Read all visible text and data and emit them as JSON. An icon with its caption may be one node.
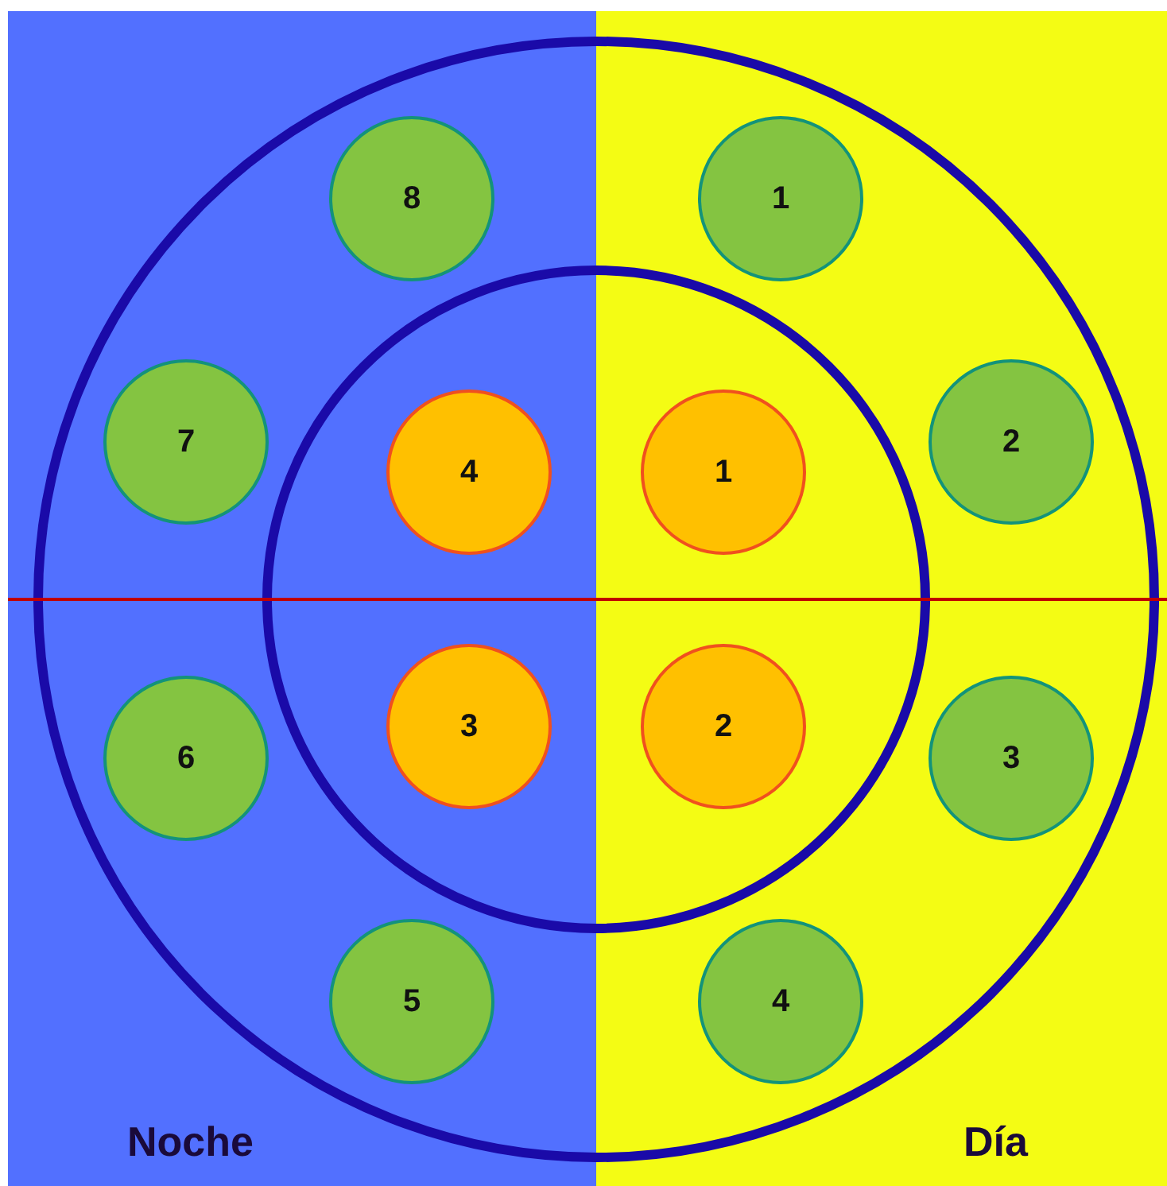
{
  "diagram": {
    "nodes": [
      {
        "text": [
          "1"
        ]
      },
      {
        "text": [
          "2"
        ]
      },
      {
        "text": [
          "3"
        ]
      },
      {
        "text": [
          "4"
        ]
      },
      {
        "text": [
          "5"
        ]
      },
      {
        "text": [
          "6"
        ]
      },
      {
        "text": [
          "7"
        ]
      },
      {
        "text": [
          "8"
        ]
      },
      {
        "text": [
          "1"
        ]
      },
      {
        "text": [
          "2"
        ]
      },
      {
        "text": [
          "3"
        ]
      },
      {
        "text": [
          "4"
        ]
      }
    ],
    "labels": [
      "Noche",
      "Día"
    ]
  }
}
